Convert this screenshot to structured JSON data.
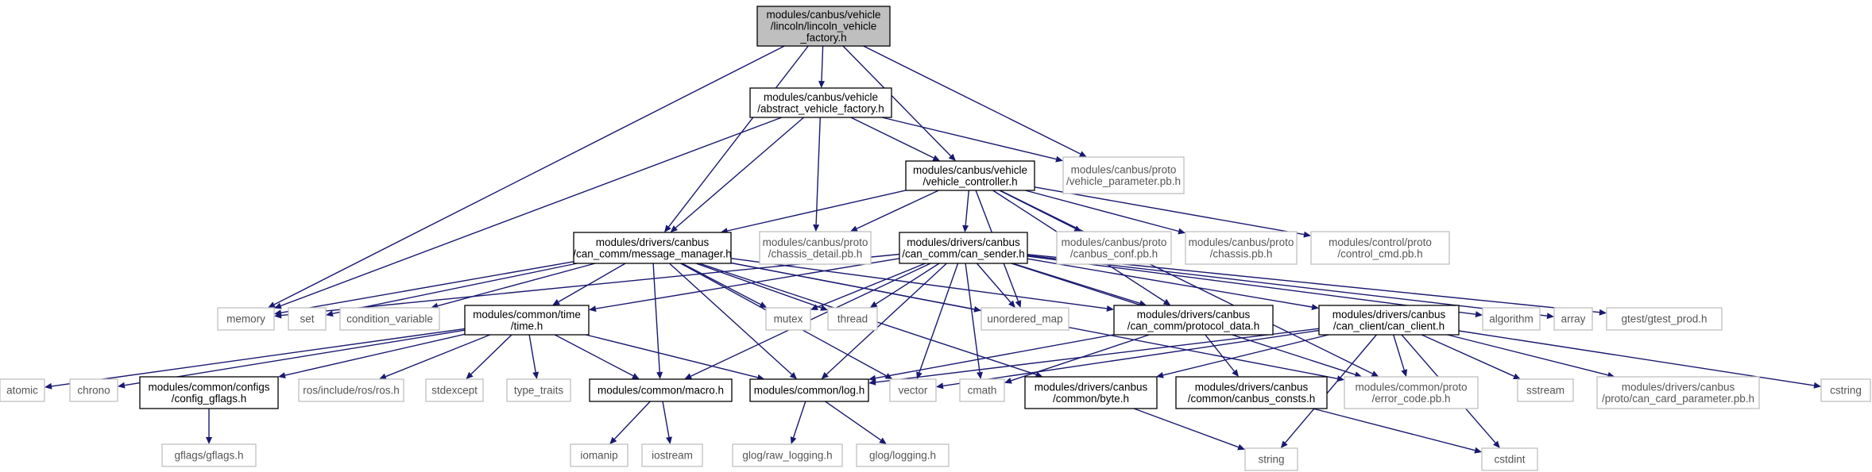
{
  "graph": {
    "nodes": [
      {
        "id": "root",
        "lines": [
          "modules/canbus/vehicle",
          "/lincoln/lincoln_vehicle",
          "_factory.h"
        ],
        "kind": "root"
      },
      {
        "id": "avf",
        "lines": [
          "modules/canbus/vehicle",
          "/abstract_vehicle_factory.h"
        ],
        "kind": "doc"
      },
      {
        "id": "vc",
        "lines": [
          "modules/canbus/vehicle",
          "/vehicle_controller.h"
        ],
        "kind": "doc"
      },
      {
        "id": "vpp",
        "lines": [
          "modules/canbus/proto",
          "/vehicle_parameter.pb.h"
        ],
        "kind": "ext"
      },
      {
        "id": "mm",
        "lines": [
          "modules/drivers/canbus",
          "/can_comm/message_manager.h"
        ],
        "kind": "doc"
      },
      {
        "id": "cdp",
        "lines": [
          "modules/canbus/proto",
          "/chassis_detail.pb.h"
        ],
        "kind": "ext"
      },
      {
        "id": "cs",
        "lines": [
          "modules/drivers/canbus",
          "/can_comm/can_sender.h"
        ],
        "kind": "doc"
      },
      {
        "id": "ccp",
        "lines": [
          "modules/canbus/proto",
          "/canbus_conf.pb.h"
        ],
        "kind": "ext"
      },
      {
        "id": "chp",
        "lines": [
          "modules/canbus/proto",
          "/chassis.pb.h"
        ],
        "kind": "ext"
      },
      {
        "id": "ctl",
        "lines": [
          "modules/control/proto",
          "/control_cmd.pb.h"
        ],
        "kind": "ext"
      },
      {
        "id": "memory",
        "lines": [
          "memory"
        ],
        "kind": "ext"
      },
      {
        "id": "set",
        "lines": [
          "set"
        ],
        "kind": "ext"
      },
      {
        "id": "cv",
        "lines": [
          "condition_variable"
        ],
        "kind": "ext"
      },
      {
        "id": "time",
        "lines": [
          "modules/common/time",
          "/time.h"
        ],
        "kind": "doc"
      },
      {
        "id": "mutex",
        "lines": [
          "mutex"
        ],
        "kind": "ext"
      },
      {
        "id": "thread",
        "lines": [
          "thread"
        ],
        "kind": "ext"
      },
      {
        "id": "umap",
        "lines": [
          "unordered_map"
        ],
        "kind": "ext"
      },
      {
        "id": "pd",
        "lines": [
          "modules/drivers/canbus",
          "/can_comm/protocol_data.h"
        ],
        "kind": "doc"
      },
      {
        "id": "cc",
        "lines": [
          "modules/drivers/canbus",
          "/can_client/can_client.h"
        ],
        "kind": "doc"
      },
      {
        "id": "algorithm",
        "lines": [
          "algorithm"
        ],
        "kind": "ext"
      },
      {
        "id": "array",
        "lines": [
          "array"
        ],
        "kind": "ext"
      },
      {
        "id": "gtest",
        "lines": [
          "gtest/gtest_prod.h"
        ],
        "kind": "ext"
      },
      {
        "id": "atomic",
        "lines": [
          "atomic"
        ],
        "kind": "ext"
      },
      {
        "id": "chrono",
        "lines": [
          "chrono"
        ],
        "kind": "ext"
      },
      {
        "id": "cfg",
        "lines": [
          "modules/common/configs",
          "/config_gflags.h"
        ],
        "kind": "doc"
      },
      {
        "id": "ros",
        "lines": [
          "ros/include/ros/ros.h"
        ],
        "kind": "ext"
      },
      {
        "id": "stdexcept",
        "lines": [
          "stdexcept"
        ],
        "kind": "ext"
      },
      {
        "id": "tt",
        "lines": [
          "type_traits"
        ],
        "kind": "ext"
      },
      {
        "id": "macro",
        "lines": [
          "modules/common/macro.h"
        ],
        "kind": "doc"
      },
      {
        "id": "log",
        "lines": [
          "modules/common/log.h"
        ],
        "kind": "doc"
      },
      {
        "id": "vector",
        "lines": [
          "vector"
        ],
        "kind": "ext"
      },
      {
        "id": "cmath",
        "lines": [
          "cmath"
        ],
        "kind": "ext"
      },
      {
        "id": "byte",
        "lines": [
          "modules/drivers/canbus",
          "/common/byte.h"
        ],
        "kind": "doc"
      },
      {
        "id": "consts",
        "lines": [
          "modules/drivers/canbus",
          "/common/canbus_consts.h"
        ],
        "kind": "doc"
      },
      {
        "id": "ec",
        "lines": [
          "modules/common/proto",
          "/error_code.pb.h"
        ],
        "kind": "ext"
      },
      {
        "id": "sstream",
        "lines": [
          "sstream"
        ],
        "kind": "ext"
      },
      {
        "id": "ccpp",
        "lines": [
          "modules/drivers/canbus",
          "/proto/can_card_parameter.pb.h"
        ],
        "kind": "ext"
      },
      {
        "id": "cstring",
        "lines": [
          "cstring"
        ],
        "kind": "ext"
      },
      {
        "id": "gflags",
        "lines": [
          "gflags/gflags.h"
        ],
        "kind": "ext"
      },
      {
        "id": "iomanip",
        "lines": [
          "iomanip"
        ],
        "kind": "ext"
      },
      {
        "id": "iostream",
        "lines": [
          "iostream"
        ],
        "kind": "ext"
      },
      {
        "id": "rawlog",
        "lines": [
          "glog/raw_logging.h"
        ],
        "kind": "ext"
      },
      {
        "id": "glog",
        "lines": [
          "glog/logging.h"
        ],
        "kind": "ext"
      },
      {
        "id": "string",
        "lines": [
          "string"
        ],
        "kind": "ext"
      },
      {
        "id": "cstdint",
        "lines": [
          "cstdint"
        ],
        "kind": "ext"
      }
    ],
    "edges": [
      [
        "root",
        "avf"
      ],
      [
        "root",
        "vc"
      ],
      [
        "root",
        "vpp"
      ],
      [
        "root",
        "mm"
      ],
      [
        "root",
        "memory"
      ],
      [
        "avf",
        "vc"
      ],
      [
        "avf",
        "vpp"
      ],
      [
        "avf",
        "mm"
      ],
      [
        "avf",
        "cdp"
      ],
      [
        "avf",
        "memory"
      ],
      [
        "vc",
        "mm"
      ],
      [
        "vc",
        "cdp"
      ],
      [
        "vc",
        "cs"
      ],
      [
        "vc",
        "ccp"
      ],
      [
        "vc",
        "chp"
      ],
      [
        "vc",
        "ctl"
      ],
      [
        "vc",
        "umap"
      ],
      [
        "vc",
        "pd"
      ],
      [
        "vc",
        "ec"
      ],
      [
        "mm",
        "memory"
      ],
      [
        "mm",
        "set"
      ],
      [
        "mm",
        "cv"
      ],
      [
        "mm",
        "time"
      ],
      [
        "mm",
        "mutex"
      ],
      [
        "mm",
        "thread"
      ],
      [
        "mm",
        "umap"
      ],
      [
        "mm",
        "pd"
      ],
      [
        "mm",
        "macro"
      ],
      [
        "mm",
        "log"
      ],
      [
        "mm",
        "vector"
      ],
      [
        "mm",
        "byte"
      ],
      [
        "mm",
        "ec"
      ],
      [
        "cs",
        "memory"
      ],
      [
        "cs",
        "time"
      ],
      [
        "cs",
        "mutex"
      ],
      [
        "cs",
        "thread"
      ],
      [
        "cs",
        "umap"
      ],
      [
        "cs",
        "pd"
      ],
      [
        "cs",
        "cc"
      ],
      [
        "cs",
        "algorithm"
      ],
      [
        "cs",
        "array"
      ],
      [
        "cs",
        "gtest"
      ],
      [
        "cs",
        "macro"
      ],
      [
        "cs",
        "log"
      ],
      [
        "cs",
        "vector"
      ],
      [
        "cs",
        "cmath"
      ],
      [
        "cs",
        "ec"
      ],
      [
        "time",
        "atomic"
      ],
      [
        "time",
        "chrono"
      ],
      [
        "time",
        "cfg"
      ],
      [
        "time",
        "ros"
      ],
      [
        "time",
        "stdexcept"
      ],
      [
        "time",
        "tt"
      ],
      [
        "time",
        "macro"
      ],
      [
        "time",
        "log"
      ],
      [
        "pd",
        "log"
      ],
      [
        "pd",
        "cmath"
      ],
      [
        "pd",
        "consts"
      ],
      [
        "cc",
        "vector"
      ],
      [
        "cc",
        "byte"
      ],
      [
        "cc",
        "log"
      ],
      [
        "cc",
        "ec"
      ],
      [
        "cc",
        "sstream"
      ],
      [
        "cc",
        "ccpp"
      ],
      [
        "cc",
        "cstring"
      ],
      [
        "cc",
        "string"
      ],
      [
        "cc",
        "cstdint"
      ],
      [
        "cfg",
        "gflags"
      ],
      [
        "macro",
        "iomanip"
      ],
      [
        "macro",
        "iostream"
      ],
      [
        "log",
        "rawlog"
      ],
      [
        "log",
        "glog"
      ],
      [
        "byte",
        "string"
      ],
      [
        "consts",
        "cstdint"
      ]
    ]
  }
}
